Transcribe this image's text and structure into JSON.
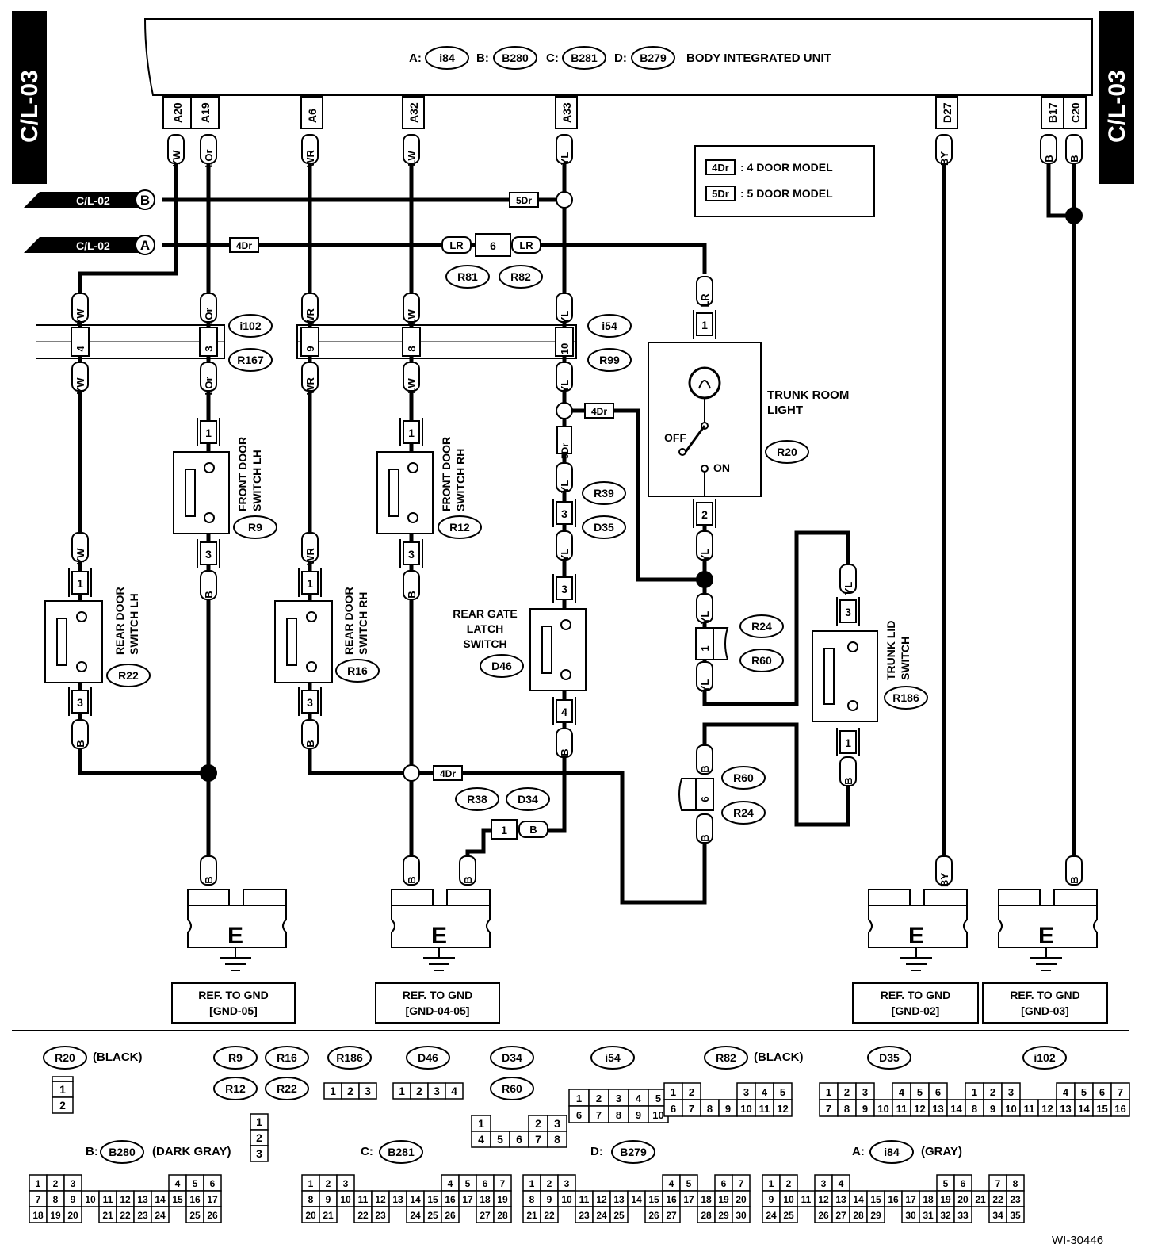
{
  "page_tag": "C/L-03",
  "diagram_id": "WI-30446",
  "unit": {
    "connectors": [
      [
        "A:",
        "i84"
      ],
      [
        "B:",
        "B280"
      ],
      [
        "C:",
        "B281"
      ],
      [
        "D:",
        "B279"
      ]
    ],
    "name": "BODY INTEGRATED UNIT"
  },
  "pins": [
    "A20",
    "A19",
    "A6",
    "A32",
    "A33",
    "D27",
    "B17",
    "C20"
  ],
  "pin_colors": [
    "YW",
    "LOr",
    "WR",
    "LW",
    "YL",
    "BY",
    "B",
    "B"
  ],
  "legend": {
    "dr4": "4Dr",
    "dr4_text": ": 4 DOOR MODEL",
    "dr5": "5Dr",
    "dr5_text": ": 5 DOOR MODEL"
  },
  "refs": {
    "cl02": "C/L-02",
    "b": "B",
    "a": "A"
  },
  "labels": {
    "front_lh": [
      "FRONT DOOR",
      "SWITCH LH"
    ],
    "front_rh": [
      "FRONT DOOR",
      "SWITCH RH"
    ],
    "rear_lh": [
      "REAR DOOR",
      "SWITCH LH"
    ],
    "rear_rh": [
      "REAR DOOR",
      "SWITCH RH"
    ],
    "rear_gate": [
      "REAR GATE",
      "LATCH",
      "SWITCH"
    ],
    "trunk_room": [
      "TRUNK ROOM",
      "LIGHT"
    ],
    "trunk_lid": [
      "TRUNK LID",
      "SWITCH"
    ],
    "off": "OFF",
    "on": "ON"
  },
  "grounds": {
    "e": "E",
    "ref": "REF. TO GND",
    "list": [
      "[GND-05]",
      "[GND-04-05]",
      "[GND-02]",
      "[GND-03]"
    ]
  },
  "connector_table": {
    "r20": [
      "R20",
      "(BLACK)"
    ],
    "r9g": [
      "R9",
      "R16",
      "R12",
      "R22"
    ],
    "r186": "R186",
    "d46": "D46",
    "d34": "D34",
    "r60": "R60",
    "i54": "i54",
    "r82": [
      "R82",
      "(BLACK)"
    ],
    "d35": "D35",
    "i102": "i102",
    "b280": [
      "B:",
      "B280",
      "(DARK GRAY)"
    ],
    "b281": [
      "C:",
      "B281"
    ],
    "b279": [
      "D:",
      "B279"
    ],
    "i84": [
      "A:",
      "i84",
      "(GRAY)"
    ]
  }
}
